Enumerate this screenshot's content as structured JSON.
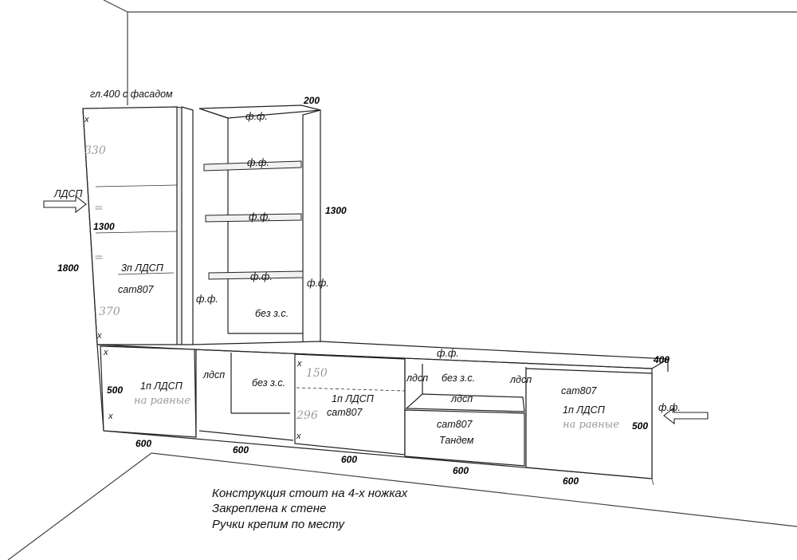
{
  "top": {
    "depth_note": "гл.400 с фасадом",
    "depth_right": "200",
    "tall_height": "1800",
    "open_height": "1300",
    "inner_height": "1300",
    "lower_depth": "400",
    "lower_height_left": "500",
    "lower_height_right": "500"
  },
  "tall_cabinet": {
    "mark_330": "330",
    "mark_eq1": "=",
    "mark_eq2": "=",
    "mark_370": "370",
    "shelves": "3п ЛДСП",
    "hinge": "cam807",
    "x_top": "x",
    "x_bottom": "x"
  },
  "open_shelf": {
    "ff1": "ф.ф.",
    "ff2": "ф.ф.",
    "ff3": "ф.ф.",
    "ff4": "ф.ф.",
    "ff_right": "ф.ф.",
    "ff_left": "ф.ф.",
    "no_back": "без з.с."
  },
  "lower": {
    "ff_top": "ф.ф.",
    "c1_shelf": "1п ЛДСП",
    "c1_even": "на равные",
    "c1_x_top": "x",
    "c1_x_bottom": "x",
    "c2_side": "лдсп",
    "c2_no_back": "без з.с.",
    "c3_mark_150": "150",
    "c3_mark_296": "296",
    "c3_shelf": "1п ЛДСП",
    "c3_hinge": "cam807",
    "c3_x_top": "x",
    "c3_x_bottom": "x",
    "c4_side_left": "лдсп",
    "c4_no_back": "без з.с.",
    "c4_side_right": "лдсп",
    "c4_inner": "лдсп",
    "c4_drawer_hinge": "cam807",
    "c4_drawer_runner": "Тандем",
    "c5_hinge": "cam807",
    "c5_shelf": "1п ЛДСП",
    "c5_even": "на равные"
  },
  "widths": {
    "w1": "600",
    "w2": "600",
    "w3": "600",
    "w4": "600",
    "w5": "600"
  },
  "arrows": {
    "left_label": "ЛДСП",
    "right_label": "ф.ф."
  },
  "notes": {
    "line1": "Конструкция стоит на 4-х ножках",
    "line2": "Закреплена к стене",
    "line3": "Ручки крепим по месту"
  }
}
